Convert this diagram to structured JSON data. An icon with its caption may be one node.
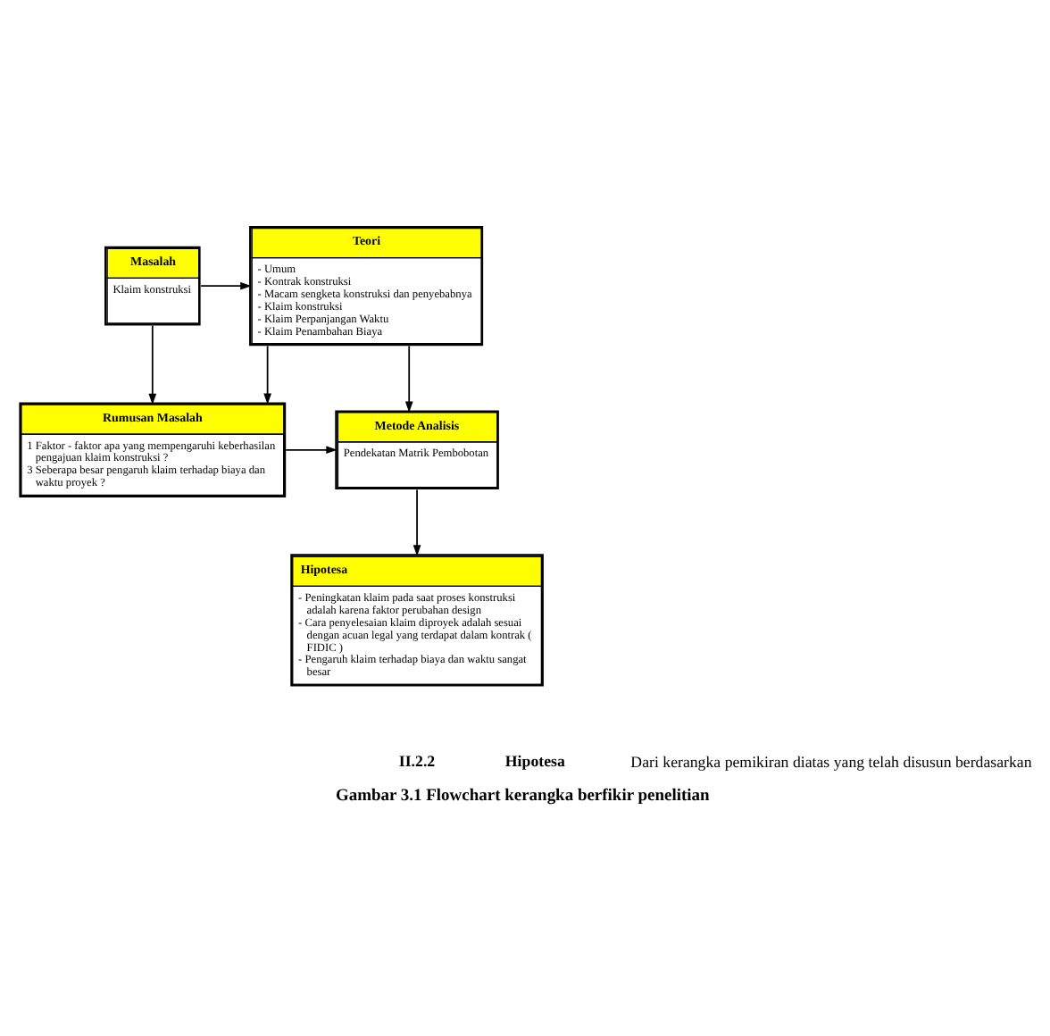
{
  "diagram": {
    "caption": "Gambar 3.1 Flowchart kerangka berfikir penelitian",
    "nodes": [
      {
        "text": [
          "Masalah",
          "Klaim konstruksi"
        ]
      },
      {
        "text": [
          "Teori",
          "- Umum",
          "- Kontrak konstruksi",
          "- Macam sengketa konstruksi dan penyebabnya",
          "- Klaim konstruksi",
          "- Klaim Perpanjangan Waktu",
          "- Klaim Penambahan Biaya"
        ]
      },
      {
        "text": [
          "Rumusan Masalah",
          "1 Faktor - faktor apa yang mempengaruhi keberhasilan pengajuan klaim konstruksi ?",
          "3 Seberapa besar pengaruh klaim terhadap biaya dan waktu proyek ?"
        ]
      },
      {
        "text": [
          "Metode Analisis",
          "Pendekatan Matrik Pembobotan"
        ]
      },
      {
        "text": [
          "Hipotesa",
          "- Peningkatan klaim pada saat proses konstruksi adalah karena faktor perubahan design",
          "- Cara penyelesaian klaim diproyek adalah sesuai dengan acuan legal yang terdapat dalam kontrak ( FIDIC )",
          "- Pengaruh klaim terhadap biaya dan waktu sangat besar"
        ]
      }
    ],
    "edges": [
      {
        "from": 0,
        "to": 1,
        "arrow": "to"
      },
      {
        "from": 0,
        "to": 2,
        "arrow": "to"
      },
      {
        "from": 1,
        "to": 2,
        "arrow": "to"
      },
      {
        "from": 1,
        "to": 3,
        "arrow": "to"
      },
      {
        "from": 2,
        "to": 3,
        "arrow": "to"
      },
      {
        "from": 3,
        "to": 4,
        "arrow": "to"
      }
    ],
    "labels": [
      "II.2.2",
      "Hipotesa",
      "Dari kerangka pemikiran diatas yang telah disusun berdasarkan"
    ]
  }
}
